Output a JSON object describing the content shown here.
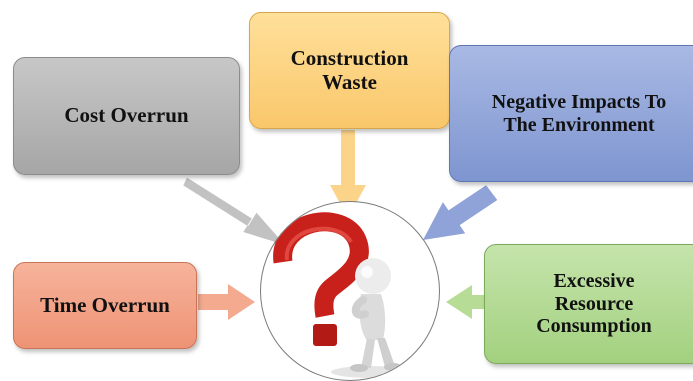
{
  "diagram": {
    "nodes": {
      "cost_overrun": "Cost Overrun",
      "construction_waste": [
        "Construction",
        "Waste"
      ],
      "negative_impacts": [
        "Negative Impacts To",
        "The Environment"
      ],
      "time_overrun": "Time Overrun",
      "excessive_resource": [
        "Excessive",
        "Resource",
        "Consumption"
      ]
    },
    "center_image": "question-mark-person",
    "colors": {
      "grey": "#b3b3b3",
      "yellow": "#f9c76b",
      "blue": "#7e95d0",
      "orange": "#ee9375",
      "green": "#a3d17f",
      "question_mark": "#c8201a"
    }
  }
}
